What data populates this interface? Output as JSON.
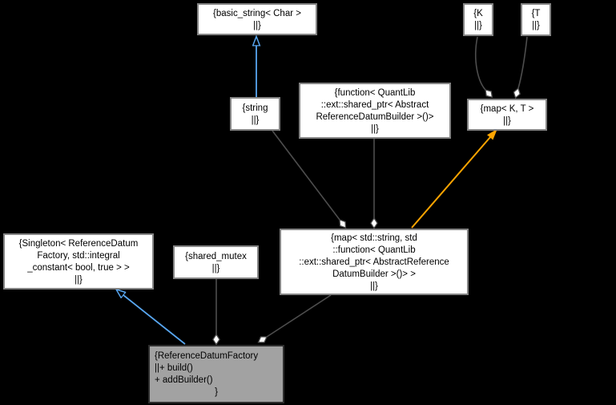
{
  "diagram": {
    "kind": "collaboration-graph",
    "colors": {
      "background": "#000000",
      "node_fill": "#ffffff",
      "node_border": "#848484",
      "focus_node_fill": "#a2a2a2",
      "focus_node_border": "#2e2e2e",
      "aggregation_edge": "#4d4d4d",
      "inheritance_edge": "#58a6f0",
      "template_edge": "#ffa500"
    },
    "nodes": {
      "basic_string": {
        "lines": [
          "{basic_string< Char >",
          "||}"
        ]
      },
      "k": {
        "lines": [
          "{K",
          "||}"
        ]
      },
      "t": {
        "lines": [
          "{T",
          "||}"
        ]
      },
      "string": {
        "lines": [
          "{string",
          "||}"
        ]
      },
      "function": {
        "lines": [
          "{function< QuantLib",
          "::ext::shared_ptr< Abstract",
          "ReferenceDatumBuilder >()>",
          "||}"
        ]
      },
      "map_kt": {
        "lines": [
          "{map< K, T >",
          "||}"
        ]
      },
      "singleton": {
        "lines": [
          "{Singleton< ReferenceDatum",
          "Factory, std::integral",
          "_constant< bool, true > >",
          "||}"
        ]
      },
      "shared_mutex": {
        "lines": [
          "{shared_mutex",
          "||}"
        ]
      },
      "map_impl": {
        "lines": [
          "{map< std::string, std",
          "::function< QuantLib",
          "::ext::shared_ptr< AbstractReference",
          "DatumBuilder >()> >",
          "||}"
        ]
      },
      "factory": {
        "lines": [
          "{ReferenceDatumFactory",
          "||+ build()",
          "+ addBuilder()",
          "}"
        ]
      }
    },
    "edges": [
      {
        "from": "string",
        "to": "basic_string",
        "type": "inheritance"
      },
      {
        "from": "factory",
        "to": "singleton",
        "type": "inheritance"
      },
      {
        "from": "string",
        "to": "map_impl",
        "type": "aggregation"
      },
      {
        "from": "function",
        "to": "map_impl",
        "type": "aggregation"
      },
      {
        "from": "k",
        "to": "map_kt",
        "type": "aggregation"
      },
      {
        "from": "t",
        "to": "map_kt",
        "type": "aggregation"
      },
      {
        "from": "map_impl",
        "to": "map_kt",
        "type": "template-instance"
      },
      {
        "from": "shared_mutex",
        "to": "factory",
        "type": "aggregation"
      },
      {
        "from": "map_impl",
        "to": "factory",
        "type": "aggregation"
      }
    ]
  }
}
